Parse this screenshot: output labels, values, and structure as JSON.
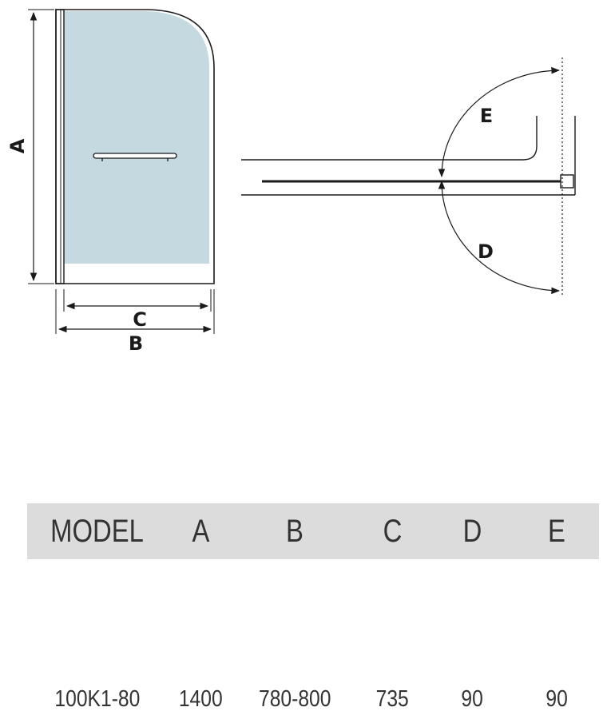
{
  "diagram": {
    "front_view": {
      "label_a": "A",
      "label_b": "B",
      "label_c": "C",
      "glass_color": "#c5d9e0"
    },
    "top_view": {
      "label_d": "D",
      "label_e": "E"
    }
  },
  "table": {
    "headers": [
      "MODEL",
      "A",
      "B",
      "C",
      "D",
      "E"
    ],
    "rows": [
      [
        "100K1-80",
        "1400",
        "780-800",
        "735",
        "90",
        "90"
      ]
    ],
    "header_bg": "#dcdcdc"
  }
}
